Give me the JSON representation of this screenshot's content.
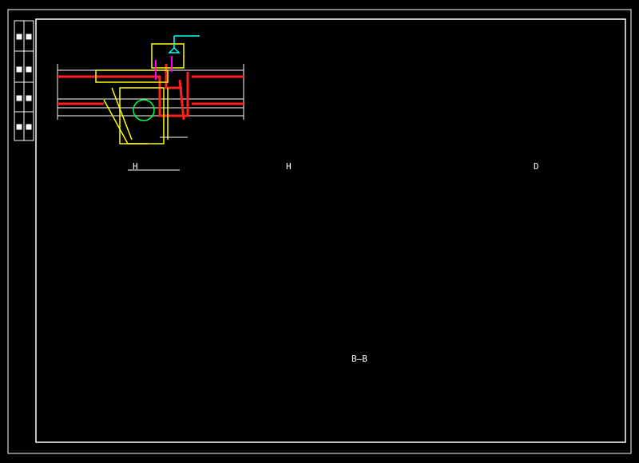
{
  "view_labels": {
    "top_left": "H",
    "h_detail": "H",
    "d_detail": "D",
    "section_b": "B—B"
  },
  "title_block": {
    "red_cells": [
      "",
      "",
      ""
    ]
  },
  "colors": {
    "background": "#000000",
    "frame": "#ffffff",
    "red": "#ff2020",
    "yellow": "#ffff00",
    "green": "#00ff40",
    "cyan": "#00ffff",
    "magenta": "#ff00ff"
  }
}
